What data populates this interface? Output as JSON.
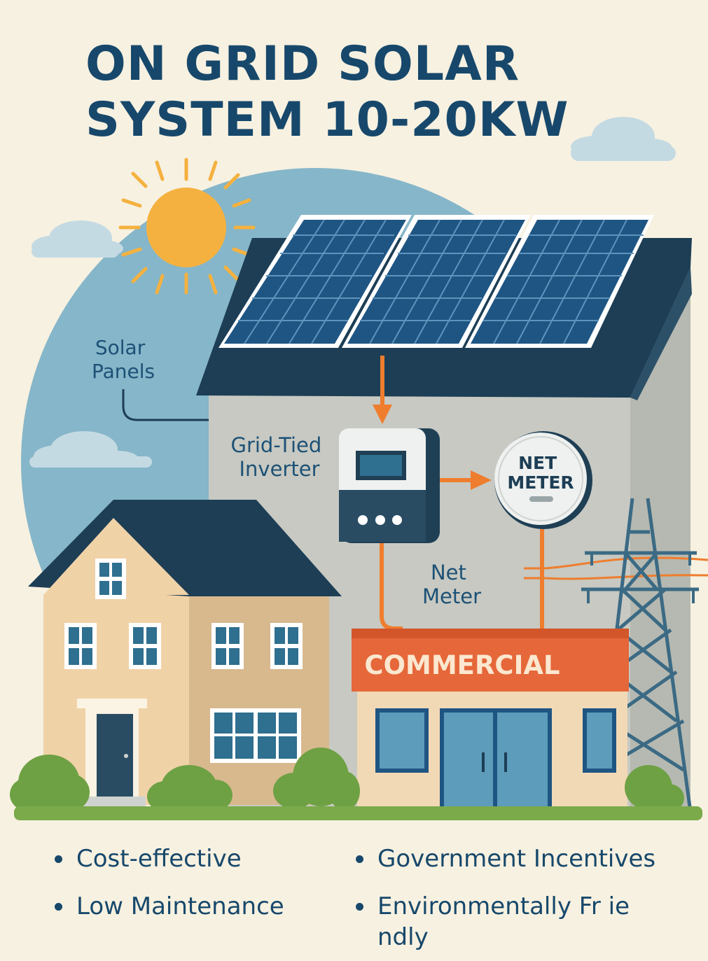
{
  "title": {
    "line1": "ON GRID SOLAR",
    "line2": "SYSTEM 10-20KW"
  },
  "labels": {
    "solar_panels": [
      "Solar",
      "Panels"
    ],
    "inverter": [
      "Grid-Tied",
      "Inverter"
    ],
    "net_meter_label": [
      "Net",
      "Meter"
    ],
    "net_meter_face": [
      "NET",
      "METER"
    ],
    "commercial_sign": "COMMERCIAL"
  },
  "benefits": {
    "left": [
      "Cost-effective",
      "Low Maintenance"
    ],
    "right": [
      "Government Incentives",
      "Environmentally Fr iendly"
    ]
  },
  "colors": {
    "background": "#f7f1e1",
    "title": "#17486b",
    "sky": "#86b6c9",
    "panel": "#1f5583",
    "arrow": "#ef7d2e",
    "sign": "#e5673a",
    "grass": "#7aaa4a",
    "sun": "#f5b13f"
  }
}
